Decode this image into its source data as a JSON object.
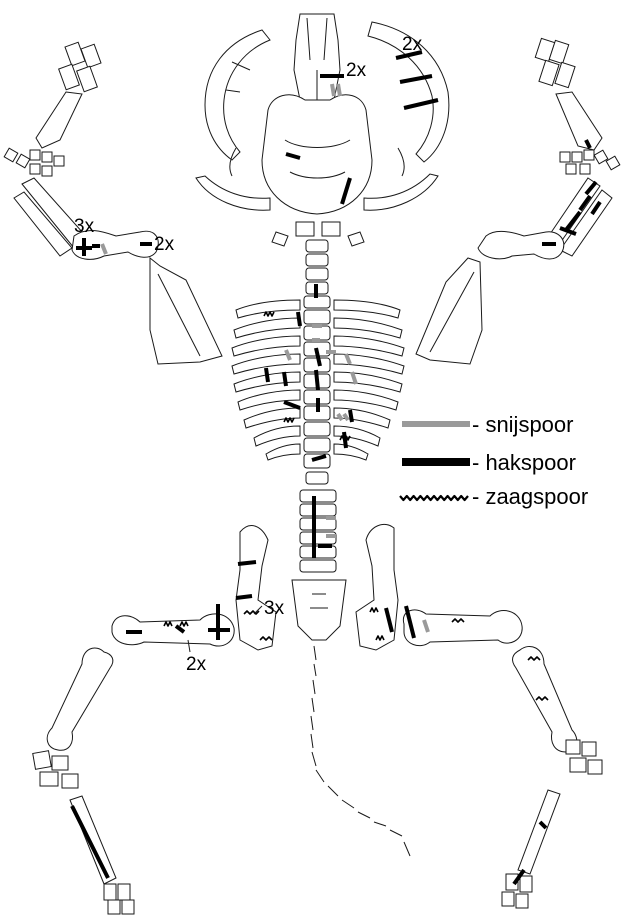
{
  "legend": {
    "cut_label": "- snijspoor",
    "chop_label": "- hakspoor",
    "saw_label": "- zaagspoor"
  },
  "counts": {
    "skull_maxilla": "2x",
    "skull_horn": "2x",
    "left_humerus_proximal": "3x",
    "left_humerus_distal": "2x",
    "left_pelvis": "3x",
    "left_femur": "2x"
  },
  "colors": {
    "cut": "#9a9a9a",
    "chop": "#000000",
    "saw": "#000000",
    "bone_outline": "#1a1a1a"
  }
}
